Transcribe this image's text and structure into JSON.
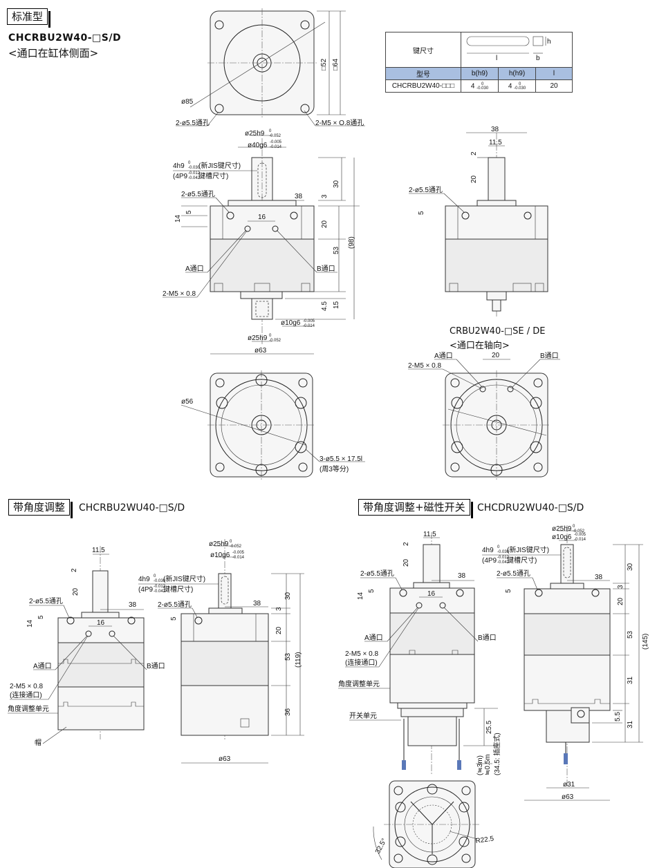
{
  "sections": {
    "standard": {
      "tag": "标准型",
      "model": "CHCRBU2W40-□S/D",
      "subtitle": "<通口在缸体侧面>"
    },
    "axial": {
      "model": "CRBU2W40-□SE / DE",
      "subtitle": "<通口在轴向>"
    },
    "angle": {
      "tag": "带角度调整",
      "model": "CHCRBU2WU40-□S/D"
    },
    "angle_switch": {
      "tag": "带角度调整+磁性开关",
      "model": "CHCDRU2WU40-□S/D"
    }
  },
  "key_table": {
    "row_label": "键尺寸",
    "headers": [
      "型号",
      "b(h9)",
      "h(h9)",
      "l"
    ],
    "row": {
      "model": "CHCRBU2W40-□□□",
      "b": "4",
      "b_tol_top": "0",
      "b_tol_bot": "-0.030",
      "h": "4",
      "h_tol_top": "0",
      "h_tol_bot": "-0.030",
      "l": "20"
    },
    "sketch_labels": {
      "l": "l",
      "b": "b",
      "h": "h"
    }
  },
  "dims": {
    "d85": "ø85",
    "sq52": "□52",
    "sq64": "□64",
    "hole_thru": "2-ø5.5通孔",
    "m5_depth": "2-M5 × O.8通孔",
    "d25": "ø25h9",
    "d25_tol_top": "0",
    "d25_tol_bot": "-0.052",
    "d40": "ø40g6",
    "d40_tol_top": "-0.005",
    "d40_tol_bot": "-0.014",
    "key_main": "4h9",
    "key_main_tol_top": "0",
    "key_main_tol_bot": "-0.030",
    "key_main_note": "(新JIS键尺寸)",
    "key_alt": "(4P9",
    "key_alt_tol_top": "-0.012",
    "key_alt_tol_bot": "-0.042",
    "key_alt_note": "键槽尺寸)",
    "v30": "30",
    "v3": "3",
    "v38": "38",
    "v5": "5",
    "v14": "14",
    "v16": "16",
    "v20": "20",
    "v53": "53",
    "v98": "(98)",
    "v4_5": "4.5",
    "v15": "15",
    "port_a": "A通口",
    "port_b": "B通口",
    "m5": "2-M5 × 0.8",
    "d10": "ø10g6",
    "d10_tol_top": "-0.005",
    "d10_tol_bot": "-0.014",
    "d63": "ø63",
    "v11_5": "11.5",
    "v2": "2",
    "d56": "ø56",
    "slot": "3-ø5.5 × 17.5l",
    "slot_note": "(周3等分)",
    "v119": "(119)",
    "v36": "36",
    "conn_port": "(连接通口)",
    "angle_unit": "角度调整单元",
    "cap": "帽",
    "switch_unit": "开关单元",
    "v25_5": "25.5",
    "cable": "(≒3m)",
    "cable2": "≒0.5m",
    "cable3": "(34.5: 插座式)",
    "v145": "(145)",
    "v31": "31",
    "v5_5": "5.5",
    "d31": "ø31",
    "a32_5": "32.5°",
    "r22_5": "R22.5"
  }
}
